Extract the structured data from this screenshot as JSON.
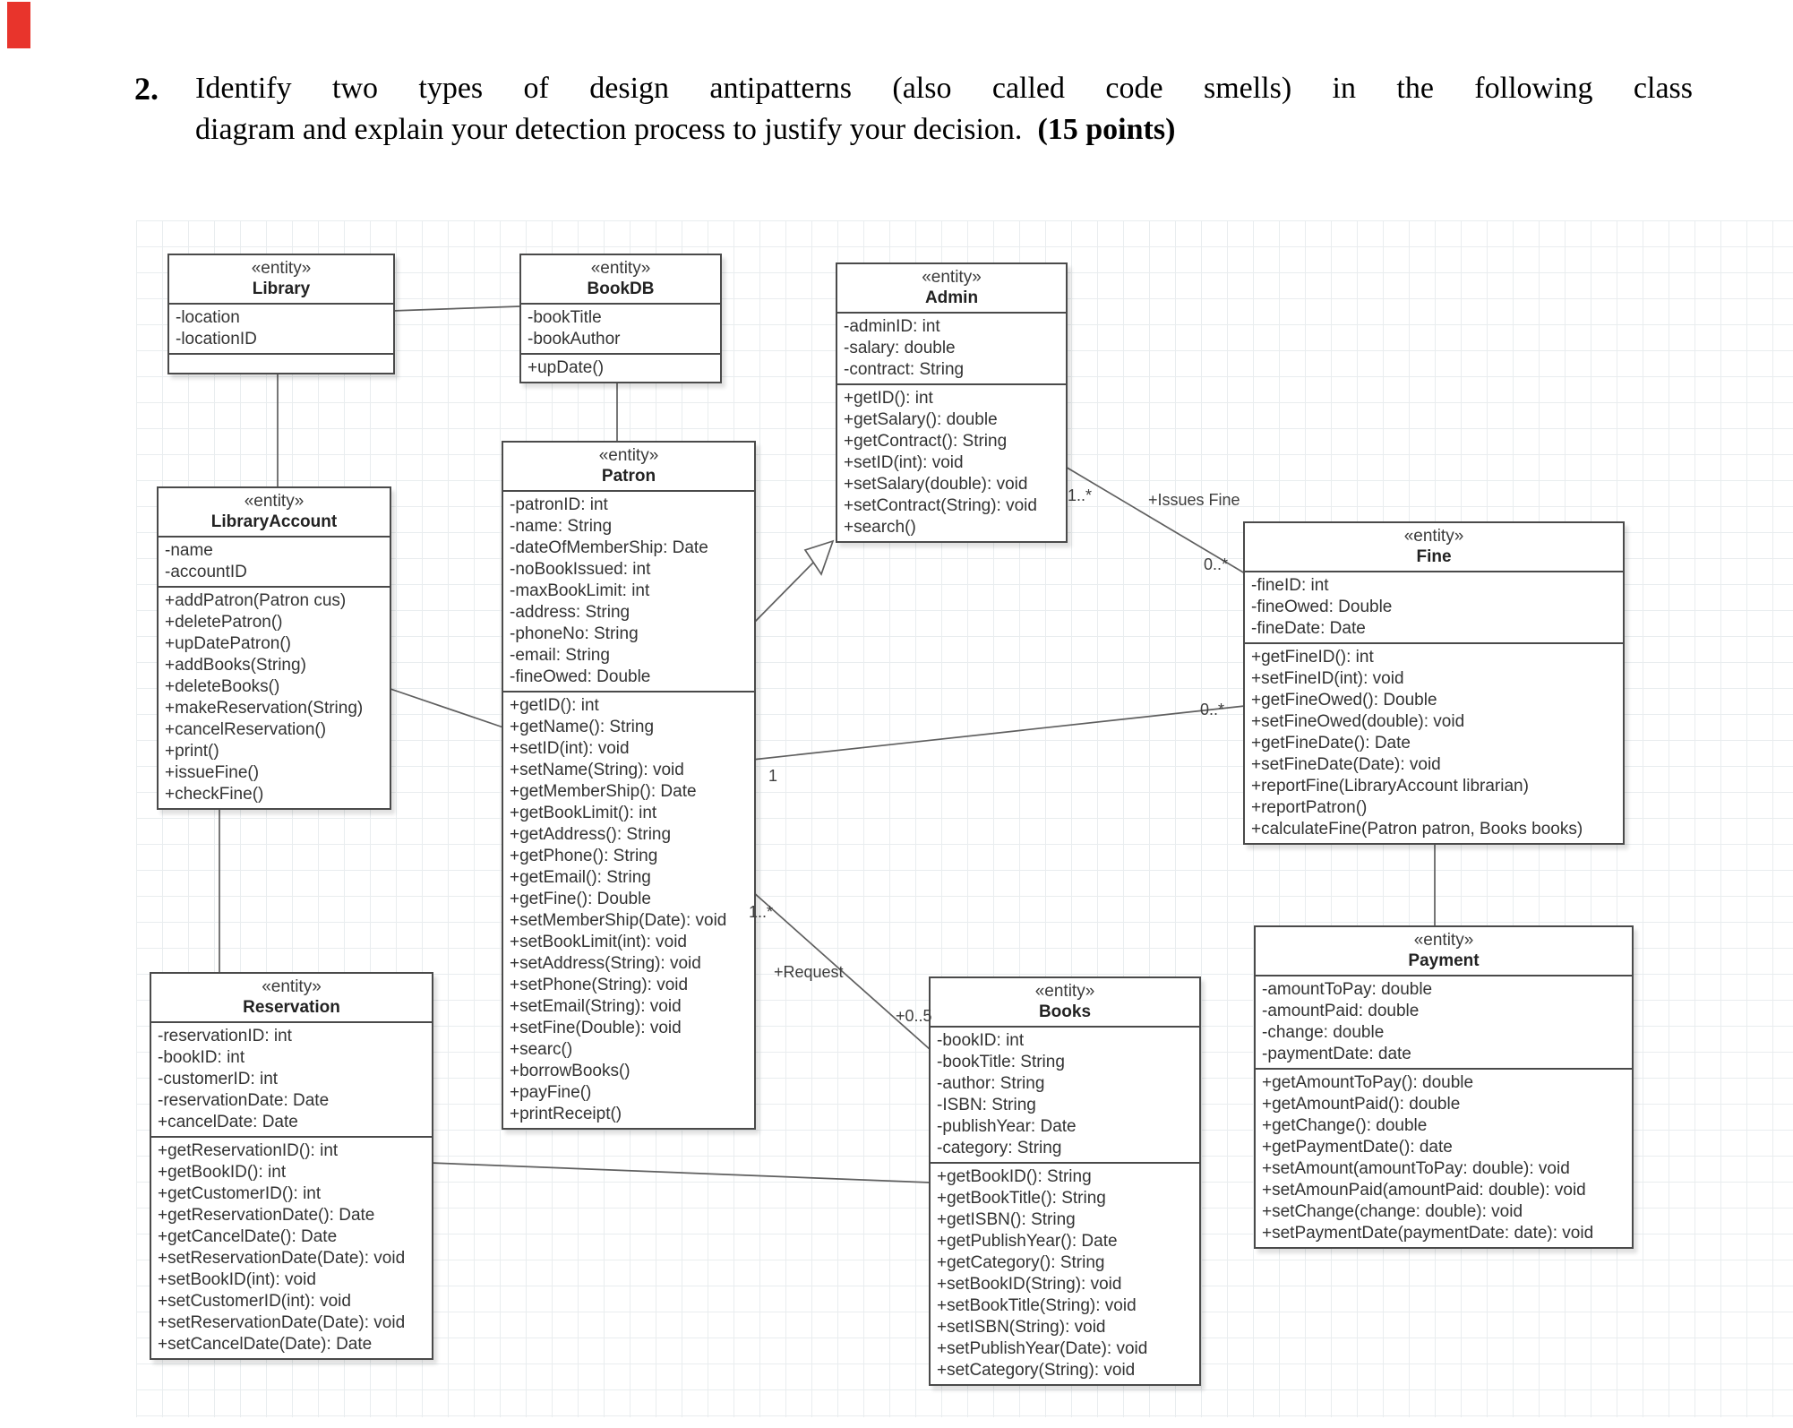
{
  "marker_color": "#e8342c",
  "heading": {
    "number": "2.",
    "line1": "Identify two types of design antipatterns (also called code smells) in the following class",
    "line2": "diagram and explain your detection process to justify your decision.",
    "points": "(15 points)"
  },
  "classes": {
    "library": {
      "stereotype": "«entity»",
      "name": "Library",
      "attributes": [
        "-location",
        "-locationID"
      ],
      "operations": []
    },
    "bookdb": {
      "stereotype": "«entity»",
      "name": "BookDB",
      "attributes": [
        "-bookTitle",
        "-bookAuthor"
      ],
      "operations": [
        "+upDate()"
      ]
    },
    "admin": {
      "stereotype": "«entity»",
      "name": "Admin",
      "attributes": [
        "-adminID: int",
        "-salary: double",
        "-contract: String"
      ],
      "operations": [
        "+getID(): int",
        "+getSalary(): double",
        "+getContract(): String",
        "+setID(int): void",
        "+setSalary(double): void",
        "+setContract(String): void",
        "+search()"
      ]
    },
    "patron": {
      "stereotype": "«entity»",
      "name": "Patron",
      "attributes": [
        "-patronID: int",
        "-name: String",
        "-dateOfMemberShip: Date",
        "-noBookIssued: int",
        "-maxBookLimit: int",
        "-address: String",
        "-phoneNo: String",
        "-email: String",
        "-fineOwed: Double"
      ],
      "operations": [
        "+getID(): int",
        "+getName(): String",
        "+setID(int): void",
        "+setName(String): void",
        "+getMemberShip(): Date",
        "+getBookLimit(): int",
        "+getAddress(): String",
        "+getPhone(): String",
        "+getEmail(): String",
        "+getFine(): Double",
        "+setMemberShip(Date): void",
        "+setBookLimit(int): void",
        "+setAddress(String): void",
        "+setPhone(String): void",
        "+setEmail(String): void",
        "+setFine(Double): void",
        "+searc()",
        "+borrowBooks()",
        "+payFine()",
        "+printReceipt()"
      ]
    },
    "libraryAccount": {
      "stereotype": "«entity»",
      "name": "LibraryAccount",
      "attributes": [
        "-name",
        "-accountID"
      ],
      "operations": [
        "+addPatron(Patron cus)",
        "+deletePatron()",
        "+upDatePatron()",
        "+addBooks(String)",
        "+deleteBooks()",
        "+makeReservation(String)",
        "+cancelReservation()",
        "+print()",
        "+issueFine()",
        "+checkFine()"
      ]
    },
    "fine": {
      "stereotype": "«entity»",
      "name": "Fine",
      "attributes": [
        "-fineID: int",
        "-fineOwed: Double",
        "-fineDate: Date"
      ],
      "operations": [
        "+getFineID(): int",
        "+setFineID(int): void",
        "+getFineOwed(): Double",
        "+setFineOwed(double): void",
        "+getFineDate(): Date",
        "+setFineDate(Date): void",
        "+reportFine(LibraryAccount librarian)",
        "+reportPatron()",
        "+calculateFine(Patron patron, Books books)"
      ]
    },
    "reservation": {
      "stereotype": "«entity»",
      "name": "Reservation",
      "attributes": [
        "-reservationID: int",
        "-bookID: int",
        "-customerID: int",
        "-reservationDate: Date",
        "+cancelDate: Date"
      ],
      "operations": [
        "+getReservationID(): int",
        "+getBookID(): int",
        "+getCustomerID(): int",
        "+getReservationDate(): Date",
        "+getCancelDate(): Date",
        "+setReservationDate(Date): void",
        "+setBookID(int): void",
        "+setCustomerID(int): void",
        "+setReservationDate(Date): void",
        "+setCancelDate(Date): Date"
      ]
    },
    "books": {
      "stereotype": "«entity»",
      "name": "Books",
      "attributes": [
        "-bookID: int",
        "-bookTitle: String",
        "-author: String",
        "-ISBN: String",
        "-publishYear: Date",
        "-category: String"
      ],
      "operations": [
        "+getBookID(): String",
        "+getBookTitle(): String",
        "+getISBN(): String",
        "+getPublishYear(): Date",
        "+getCategory(): String",
        "+setBookID(String): void",
        "+setBookTitle(String): void",
        "+setISBN(String): void",
        "+setPublishYear(Date): void",
        "+setCategory(String): void"
      ]
    },
    "payment": {
      "stereotype": "«entity»",
      "name": "Payment",
      "attributes": [
        "-amountToPay: double",
        "-amountPaid: double",
        "-change: double",
        "-paymentDate: date"
      ],
      "operations": [
        "+getAmountToPay(): double",
        "+getAmountPaid(): double",
        "+getChange(): double",
        "+getPaymentDate(): date",
        "+setAmount(amountToPay: double): void",
        "+setAmounPaid(amountPaid: double): void",
        "+setChange(change: double): void",
        "+setPaymentDate(paymentDate: date): void"
      ]
    }
  },
  "edge_labels": {
    "admin_fine_source_mult": "1..*",
    "admin_fine_name": "+Issues Fine",
    "admin_fine_target_mult": "0..*",
    "patron_fine_source_mult": "1",
    "patron_fine_target_mult": "0..*",
    "patron_books_source_mult": "1..*",
    "patron_books_name": "+Request",
    "patron_books_target_mult": "+0..5"
  }
}
